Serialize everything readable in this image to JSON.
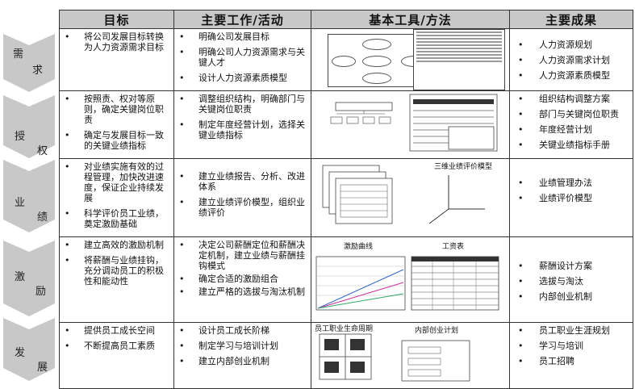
{
  "headers": [
    "目标",
    "主要工作/活动",
    "基本工具/方法",
    "主要成果"
  ],
  "stages": [
    {
      "c1": "需",
      "c2": "求"
    },
    {
      "c1": "授",
      "c2": "权"
    },
    {
      "c1": "业",
      "c2": "绩"
    },
    {
      "c1": "激",
      "c2": "励"
    },
    {
      "c1": "发",
      "c2": "展"
    }
  ],
  "rows": [
    {
      "goals": [
        "将公司发展目标转换为人力资源需求目标"
      ],
      "activities": [
        "明确公司发展目标",
        "明确公司人力资源需求与关键人才",
        "设计人力资源素质模型"
      ],
      "outcomes": [
        "人力资源规划",
        "人力资源需求计划",
        "人力资源素质模型"
      ]
    },
    {
      "goals": [
        "按照责、权对等原则，确定关键岗位职责",
        "确定与发展目标一致的关键业绩指标"
      ],
      "activities": [
        "调整组织结构，明确部门与关键岗位职责",
        "制定年度经营计划，选择关键业绩指标"
      ],
      "outcomes": [
        "组织结构调整方案",
        "部门与关键岗位职责",
        "年度经营计划",
        "关键业绩指标手册"
      ]
    },
    {
      "goals": [
        "对业绩实施有效的过程管理，加快改进速度，保证企业持续发展",
        "科学评价员工业绩，奠定激励基础"
      ],
      "activities": [
        "建立业绩报告、分析、改进体系",
        "建立业绩评价模型，组织业绩评价"
      ],
      "outcomes": [
        "业绩管理办法",
        "业绩评价模型"
      ]
    },
    {
      "goals": [
        "建立高效的激励机制",
        "将薪酬与业绩挂钩，充分调动员工的积极性和能动性"
      ],
      "activities": [
        "决定公司薪酬定位和薪酬决定机制，建立业绩与薪酬挂钩模式",
        "确定合适的激励组合",
        "建立严格的选拔与淘汰机制"
      ],
      "outcomes": [
        "薪酬设计方案",
        "选拔与淘汰",
        "内部创业机制"
      ]
    },
    {
      "goals": [
        "提供员工成长空间",
        "不断提高员工素质"
      ],
      "activities": [
        "设计员工成长阶梯",
        "制定学习与培训计划",
        "建立内部创业机制"
      ],
      "outcomes": [
        "员工职业生涯规划",
        "学习与培训",
        "员工招聘"
      ]
    }
  ],
  "tools": {
    "perf_model_title": "三维业绩评价模型",
    "incentive_curve": "激励曲线",
    "salary_table": "工资表",
    "career_cycle": "员工职业生命周期",
    "venture_plan": "内部创业计划"
  }
}
